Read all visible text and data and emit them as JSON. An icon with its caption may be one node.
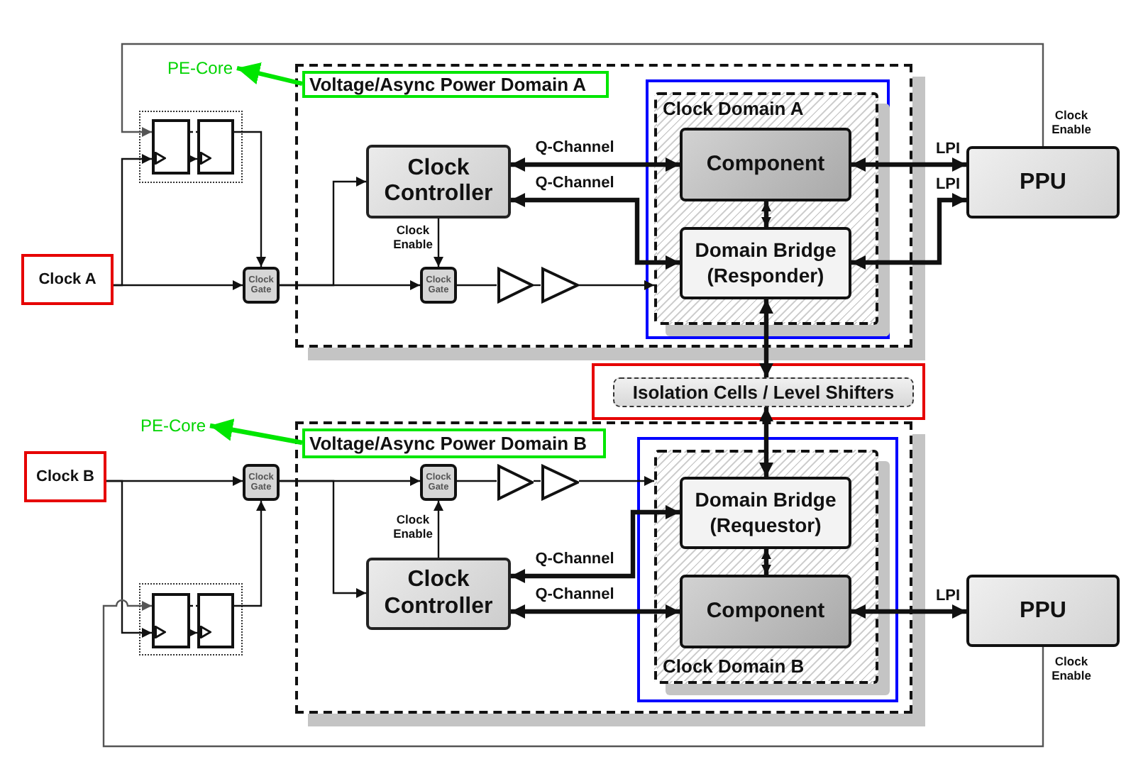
{
  "diagram": {
    "nodes": [
      {
        "text": [
          "PE-Core"
        ]
      },
      {
        "text": [],
        "shape": "box"
      },
      {
        "text": [
          "Voltage/Async Power Domain A"
        ],
        "in": 1
      },
      {
        "text": [],
        "shape": "box"
      },
      {
        "text": [],
        "shape": "box",
        "in": 3
      },
      {
        "text": [],
        "shape": "box",
        "in": 3
      },
      {
        "text": [
          "Clock Controller"
        ],
        "in": 1
      },
      {
        "text": [
          "Clock A"
        ]
      },
      {
        "text": [
          "Clock Gate"
        ]
      },
      {
        "text": [
          "Clock Gate"
        ],
        "in": 1
      },
      {
        "text": [],
        "shape": "triangle",
        "in": 1
      },
      {
        "text": [],
        "shape": "triangle",
        "in": 1
      },
      {
        "text": [],
        "shape": "box",
        "in": 1
      },
      {
        "text": [
          "Clock Domain A"
        ],
        "in": 12
      },
      {
        "text": [
          "Component"
        ],
        "in": 13
      },
      {
        "text": [
          "Domain Bridge (Responder)"
        ],
        "in": 13
      },
      {
        "text": [
          "PPU"
        ]
      },
      {
        "text": [],
        "shape": "box"
      },
      {
        "text": [
          "Isolation Cells / Level Shifters"
        ],
        "in": 17
      },
      {
        "text": [
          "PE-Core"
        ]
      },
      {
        "text": [],
        "shape": "box"
      },
      {
        "text": [
          "Voltage/Async Power Domain B"
        ],
        "in": 20
      },
      {
        "text": [
          "Clock B"
        ]
      },
      {
        "text": [
          "Clock Gate"
        ]
      },
      {
        "text": [
          "Clock Gate"
        ],
        "in": 20
      },
      {
        "text": [],
        "shape": "triangle",
        "in": 20
      },
      {
        "text": [],
        "shape": "triangle",
        "in": 20
      },
      {
        "text": [],
        "shape": "box",
        "in": 20
      },
      {
        "text": [
          "Clock Domain B"
        ],
        "in": 27
      },
      {
        "text": [
          "Domain Bridge (Requestor)"
        ],
        "in": 28
      },
      {
        "text": [
          "Clock Controller"
        ],
        "in": 20
      },
      {
        "text": [
          "Component"
        ],
        "in": 28
      },
      {
        "text": [
          "PPU"
        ]
      },
      {
        "text": [],
        "shape": "box"
      },
      {
        "text": [],
        "shape": "box",
        "in": 33
      },
      {
        "text": [],
        "shape": "box",
        "in": 33
      }
    ],
    "edges": [
      {
        "from": 2,
        "to": 0,
        "arrow": "to",
        "style": "thick",
        "color": "#00e600"
      },
      {
        "from": 16,
        "to": 4,
        "arrow": "to",
        "label": "Clock Enable",
        "color": "#555555"
      },
      {
        "from": 7,
        "to": 4,
        "arrow": "to"
      },
      {
        "from": 4,
        "to": 5,
        "arrow": "to"
      },
      {
        "from": 4,
        "to": 5,
        "arrow": "none",
        "style": "dashed"
      },
      {
        "from": 5,
        "to": 8,
        "arrow": "to"
      },
      {
        "from": 7,
        "to": 8,
        "arrow": "to"
      },
      {
        "from": 8,
        "to": 6,
        "arrow": "to"
      },
      {
        "from": 8,
        "to": 9,
        "arrow": "to"
      },
      {
        "from": 6,
        "to": 9,
        "arrow": "to",
        "label": "Clock Enable"
      },
      {
        "from": 9,
        "to": 10,
        "arrow": "none"
      },
      {
        "from": 10,
        "to": 11,
        "arrow": "none"
      },
      {
        "from": 11,
        "to": 13,
        "arrow": "to"
      },
      {
        "from": 6,
        "to": 14,
        "arrow": "both",
        "label": "Q-Channel",
        "style": "thick"
      },
      {
        "from": 6,
        "to": 15,
        "arrow": "both",
        "label": "Q-Channel",
        "style": "thick"
      },
      {
        "from": 14,
        "to": 15,
        "arrow": "both",
        "style": "thick"
      },
      {
        "from": 14,
        "to": 16,
        "arrow": "both",
        "label": "LPI",
        "style": "thick"
      },
      {
        "from": 15,
        "to": 16,
        "arrow": "both",
        "label": "LPI",
        "style": "thick"
      },
      {
        "from": 15,
        "to": 18,
        "arrow": "both",
        "style": "thick"
      },
      {
        "from": 18,
        "to": 29,
        "arrow": "both",
        "style": "thick"
      },
      {
        "from": 21,
        "to": 19,
        "arrow": "to",
        "style": "thick",
        "color": "#00e600"
      },
      {
        "from": 22,
        "to": 23,
        "arrow": "to"
      },
      {
        "from": 22,
        "to": 34,
        "arrow": "to"
      },
      {
        "from": 34,
        "to": 35,
        "arrow": "to"
      },
      {
        "from": 34,
        "to": 35,
        "arrow": "none",
        "style": "dashed"
      },
      {
        "from": 35,
        "to": 23,
        "arrow": "to"
      },
      {
        "from": 23,
        "to": 24,
        "arrow": "to"
      },
      {
        "from": 23,
        "to": 30,
        "arrow": "to"
      },
      {
        "from": 30,
        "to": 24,
        "arrow": "to",
        "label": "Clock Enable"
      },
      {
        "from": 24,
        "to": 25,
        "arrow": "none"
      },
      {
        "from": 25,
        "to": 26,
        "arrow": "none"
      },
      {
        "from": 26,
        "to": 28,
        "arrow": "to"
      },
      {
        "from": 30,
        "to": 29,
        "arrow": "both",
        "label": "Q-Channel",
        "style": "thick"
      },
      {
        "from": 30,
        "to": 31,
        "arrow": "both",
        "label": "Q-Channel",
        "style": "thick"
      },
      {
        "from": 29,
        "to": 31,
        "arrow": "both",
        "style": "thick"
      },
      {
        "from": 31,
        "to": 32,
        "arrow": "both",
        "label": "LPI",
        "style": "thick"
      },
      {
        "from": 32,
        "to": 34,
        "arrow": "to",
        "label": "Clock Enable",
        "color": "#555555"
      }
    ]
  }
}
